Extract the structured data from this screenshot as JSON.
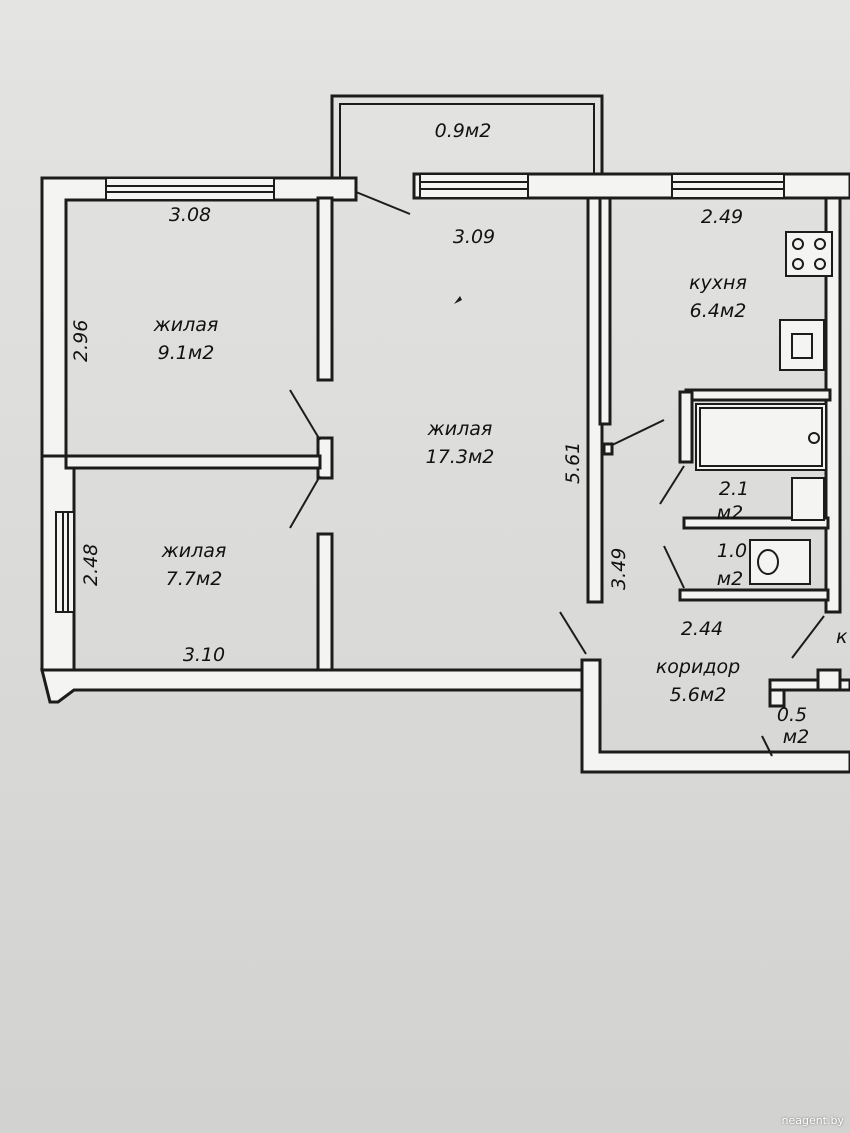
{
  "balcony": {
    "area": "0.9м2"
  },
  "rooms": {
    "room_a": {
      "name": "жилая",
      "area": "9.1м2",
      "width": "3.08",
      "depth": "2.96"
    },
    "room_b": {
      "name": "жилая",
      "area": "7.7м2",
      "width": "3.10",
      "depth": "2.48"
    },
    "room_c": {
      "name": "жилая",
      "area": "17.3м2",
      "width": "3.09",
      "depth": "5.61"
    },
    "kitchen": {
      "name": "кухня",
      "area": "6.4м2",
      "width": "2.49"
    },
    "bath": {
      "area_value": "2.1",
      "area_unit": "м2"
    },
    "wc": {
      "area_value": "1.0",
      "area_unit": "м2"
    },
    "corridor": {
      "name": "коридор",
      "area": "5.6м2",
      "width": "2.44",
      "length": "3.49"
    },
    "closet": {
      "area_value": "0.5",
      "area_unit": "м2"
    }
  },
  "partial_label": "к",
  "watermark": "neagent.by"
}
